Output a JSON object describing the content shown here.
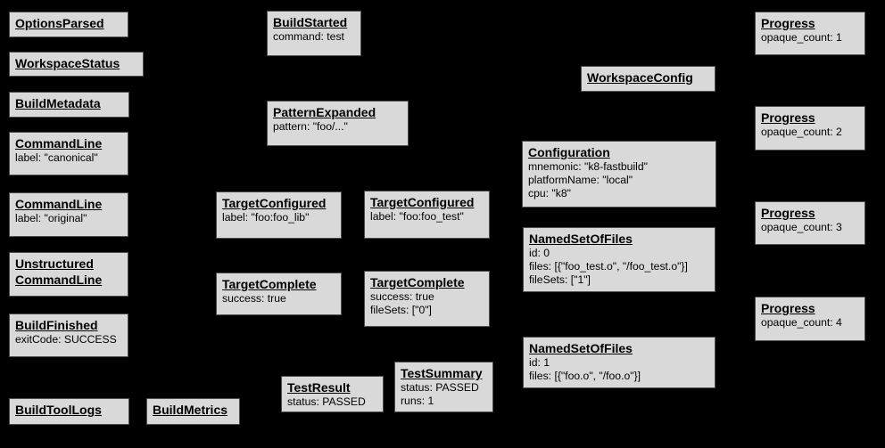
{
  "diagram": {
    "background_color": "#000000",
    "node_fill_color": "#d9d9d9",
    "node_border_color": "#4d4d4d",
    "text_color": "#000000"
  },
  "boxes": {
    "options_parsed": {
      "title": "OptionsParsed"
    },
    "workspace_status": {
      "title": "WorkspaceStatus"
    },
    "build_metadata": {
      "title": "BuildMetadata"
    },
    "command_line_canonical": {
      "title": "CommandLine",
      "lines": [
        "label: \"canonical\""
      ]
    },
    "command_line_original": {
      "title": "CommandLine",
      "lines": [
        "label: \"original\""
      ]
    },
    "unstructured_command_line": {
      "title": "Unstructured\nCommandLine"
    },
    "build_finished": {
      "title": "BuildFinished",
      "lines": [
        "exitCode: SUCCESS"
      ]
    },
    "build_tool_logs": {
      "title": "BuildToolLogs"
    },
    "build_metrics": {
      "title": "BuildMetrics"
    },
    "build_started": {
      "title": "BuildStarted",
      "lines": [
        "command: test"
      ]
    },
    "pattern_expanded": {
      "title": "PatternExpanded",
      "lines": [
        "pattern: \"foo/...\""
      ]
    },
    "target_configured_lib": {
      "title": "TargetConfigured",
      "lines": [
        "label: \"foo:foo_lib\""
      ]
    },
    "target_configured_test": {
      "title": "TargetConfigured",
      "lines": [
        "label: \"foo:foo_test\""
      ]
    },
    "target_complete_lib": {
      "title": "TargetComplete",
      "lines": [
        "success: true"
      ]
    },
    "target_complete_test": {
      "title": "TargetComplete",
      "lines": [
        "success: true",
        "fileSets: [\"0\"]"
      ]
    },
    "test_result": {
      "title": "TestResult",
      "lines": [
        "status: PASSED"
      ]
    },
    "test_summary": {
      "title": "TestSummary",
      "lines": [
        "status: PASSED",
        "runs: 1"
      ]
    },
    "workspace_config": {
      "title": "WorkspaceConfig"
    },
    "configuration": {
      "title": "Configuration",
      "lines": [
        "mnemonic: \"k8-fastbuild\"",
        "platformName: \"local\"",
        "cpu: \"k8\""
      ]
    },
    "named_set_of_files_0": {
      "title": "NamedSetOfFiles",
      "lines": [
        "id: 0",
        "files: [{\"foo_test.o\", \"/foo_test.o\"}]",
        "fileSets: [\"1\"]"
      ]
    },
    "named_set_of_files_1": {
      "title": "NamedSetOfFiles",
      "lines": [
        "id: 1",
        "files: [{\"foo.o\", \"/foo.o\"}]"
      ]
    },
    "progress_1": {
      "title": "Progress",
      "lines": [
        "opaque_count: 1"
      ]
    },
    "progress_2": {
      "title": "Progress",
      "lines": [
        "opaque_count: 2"
      ]
    },
    "progress_3": {
      "title": "Progress",
      "lines": [
        "opaque_count: 3"
      ]
    },
    "progress_4": {
      "title": "Progress",
      "lines": [
        "opaque_count: 4"
      ]
    }
  }
}
